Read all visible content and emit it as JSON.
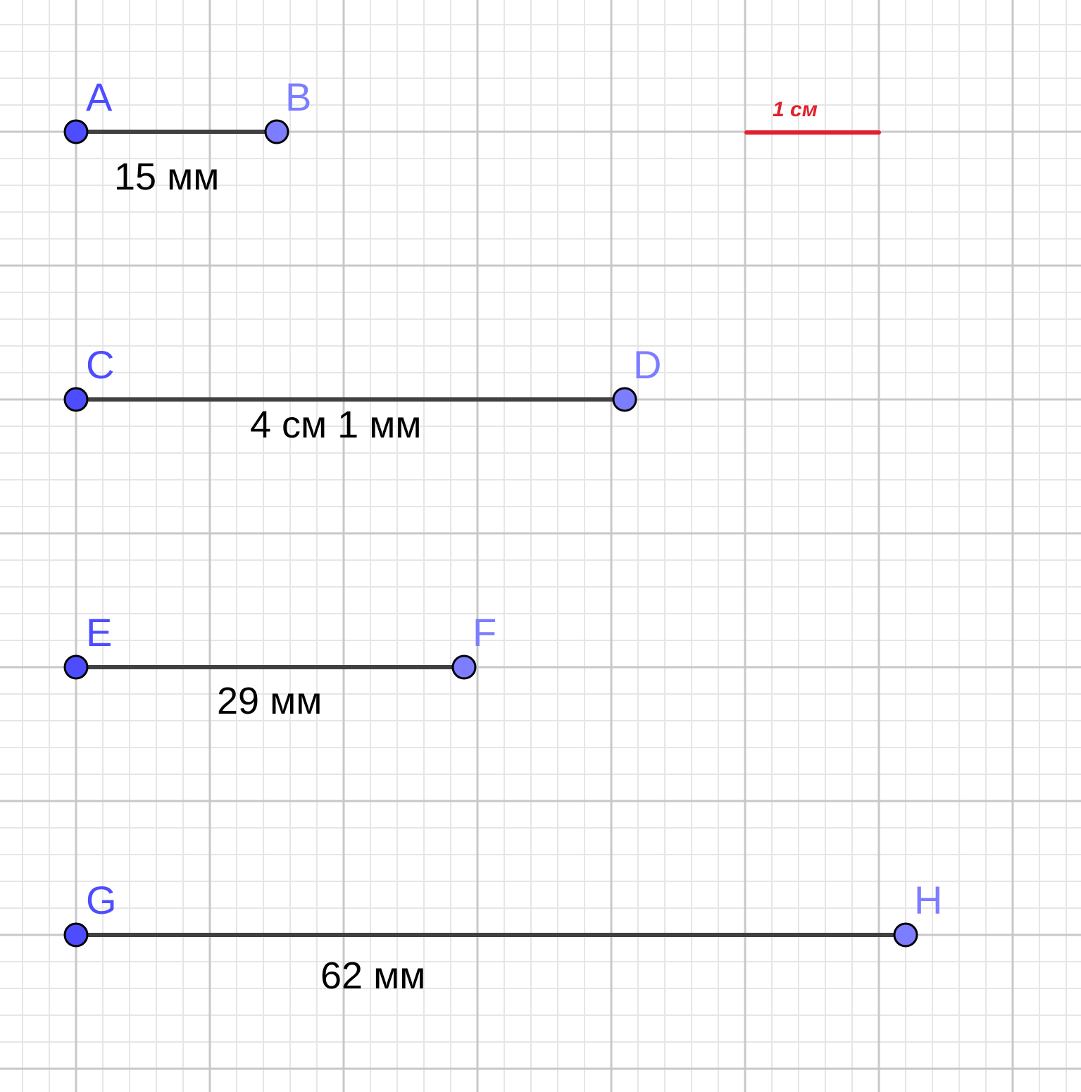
{
  "colors": {
    "segment": "#404040",
    "start_point": "#4d4dff",
    "end_point": "#7d7dff",
    "point_label_start": "#4d4dff",
    "point_label_end": "#7d7dff",
    "measure_label": "#000000",
    "scale_bar": "#e0202a",
    "grid_major": "#c8c8c8",
    "grid_minor": "#e6e6e6"
  },
  "scale_bar": {
    "label": "1 см",
    "length_mm": 10
  },
  "segments": [
    {
      "start": "A",
      "end": "B",
      "length_mm": 15,
      "label": "15 мм"
    },
    {
      "start": "C",
      "end": "D",
      "length_mm": 41,
      "label": "4 см 1 мм"
    },
    {
      "start": "E",
      "end": "F",
      "length_mm": 29,
      "label": "29 мм"
    },
    {
      "start": "G",
      "end": "H",
      "length_mm": 62,
      "label": "62 мм"
    }
  ]
}
